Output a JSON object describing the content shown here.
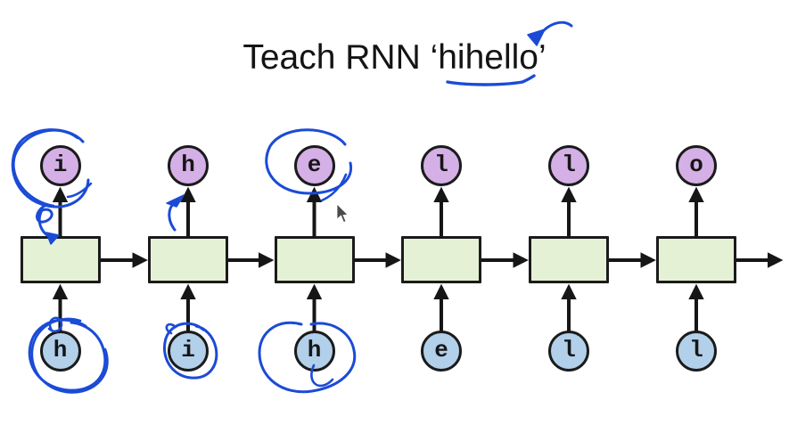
{
  "title": {
    "text": "Teach RNN ‘hihello’"
  },
  "colors": {
    "background": "#ffffff",
    "title-color": "#141414",
    "ink": "#1b4bd6",
    "arrow": "#161616",
    "box-fill": "#e5f1d5",
    "box-border": "#1b1b1b",
    "output-fill": "#d5b0e7",
    "input-fill": "#b2d0ea",
    "circle-border": "#1b1b1b"
  },
  "cells": [
    {
      "output": "i",
      "input": "h"
    },
    {
      "output": "h",
      "input": "i"
    },
    {
      "output": "e",
      "input": "h"
    },
    {
      "output": "l",
      "input": "e"
    },
    {
      "output": "l",
      "input": "l"
    },
    {
      "output": "o",
      "input": "l"
    }
  ],
  "annotations": {
    "ink_marks": [
      {
        "name": "pen-circle-around-output-i-t1"
      },
      {
        "name": "pen-recurrent-arrow-sketch-t1"
      },
      {
        "name": "pen-arrow-sketch-t2"
      },
      {
        "name": "pen-circle-around-output-e-t3"
      },
      {
        "name": "pen-scribble-around-input-h-t1"
      },
      {
        "name": "pen-circle-around-input-i-t2"
      },
      {
        "name": "pen-circle-around-input-h-t3"
      },
      {
        "name": "pen-underline-under-hihello"
      },
      {
        "name": "pen-arrow-pointing-to-hihello"
      }
    ],
    "mouse_cursor_visible": true
  }
}
